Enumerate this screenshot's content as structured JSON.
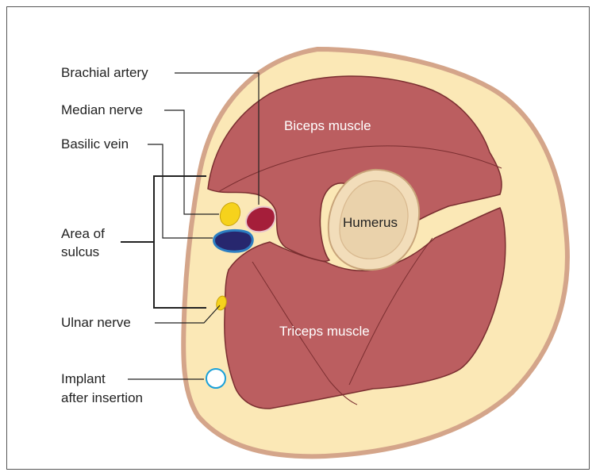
{
  "labels": {
    "brachial_artery": "Brachial artery",
    "median_nerve": "Median nerve",
    "basilic_vein": "Basilic vein",
    "area_of_sulcus_line1": "Area of",
    "area_of_sulcus_line2": "sulcus",
    "ulnar_nerve": "Ulnar nerve",
    "implant_line1": "Implant",
    "implant_line2": "after insertion",
    "biceps_muscle": "Biceps muscle",
    "humerus": "Humerus",
    "triceps_muscle": "Triceps muscle"
  },
  "colors": {
    "fat": "#fbe8b6",
    "skin_border": "#d4a58a",
    "muscle": "#bb5e60",
    "muscle_outline": "#7a2e30",
    "bone_outer": "#f2ddba",
    "bone_inner": "#ead2ab",
    "artery": "#a51e3a",
    "nerve": "#f6d21c",
    "vein": "#27276e",
    "vein_outline": "#2c7ec2",
    "implant": "#1aa0d8",
    "leader": "#222222"
  }
}
